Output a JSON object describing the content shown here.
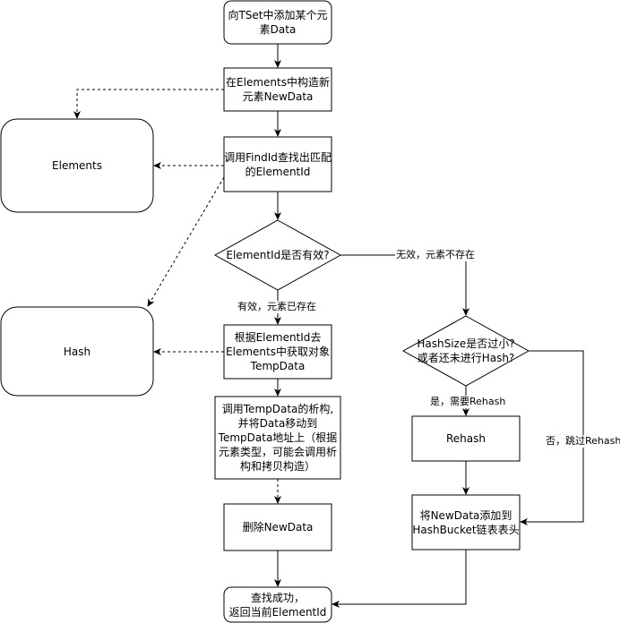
{
  "nodes": {
    "start": "向TSet中添加某个元\n素Data",
    "construct": "在Elements中构造新\n元素NewData",
    "findid": "调用FindId查找出匹配\n的ElementId",
    "decision_valid": "ElementId是否有效?",
    "get_temp": "根据ElementId去\nElements中获取对象\nTempData",
    "destruct_move": "调用TempData的析构,\n并将Data移动到\nTempData地址上（根据\n元素类型，可能会调用析\n构和拷贝构造）",
    "delete_new": "删除NewData",
    "found_success": "查找成功，\n返回当前ElementId",
    "elements_store": "Elements",
    "hash_store": "Hash",
    "decision_hashsize": "HashSize是否过小?\n或者还未进行Hash?",
    "rehash": "Rehash",
    "add_bucket": "将NewData添加到\nHashBucket链表表头"
  },
  "edge_labels": {
    "valid_yes": "有效，元素已存在",
    "valid_no": "无效，元素不存在",
    "rehash_yes": "是，需要Rehash",
    "rehash_no": "否，跳过Rehash"
  },
  "colors": {
    "stroke": "#000000",
    "fill": "#ffffff"
  }
}
